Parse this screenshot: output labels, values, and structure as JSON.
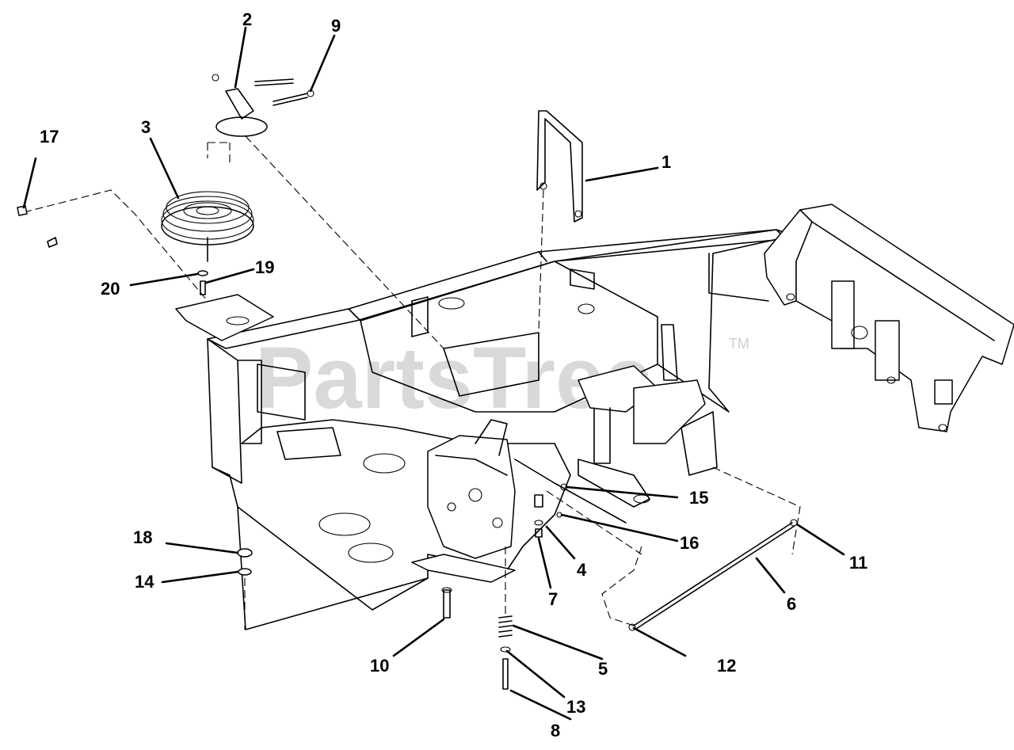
{
  "watermark": {
    "text": "PartsTree",
    "trademark": "TM"
  },
  "callouts": [
    {
      "id": "c1",
      "label": "1"
    },
    {
      "id": "c2",
      "label": "2"
    },
    {
      "id": "c3",
      "label": "3"
    },
    {
      "id": "c4",
      "label": "4"
    },
    {
      "id": "c5",
      "label": "5"
    },
    {
      "id": "c6",
      "label": "6"
    },
    {
      "id": "c7",
      "label": "7"
    },
    {
      "id": "c8",
      "label": "8"
    },
    {
      "id": "c9",
      "label": "9"
    },
    {
      "id": "c10",
      "label": "10"
    },
    {
      "id": "c11",
      "label": "11"
    },
    {
      "id": "c12",
      "label": "12"
    },
    {
      "id": "c13",
      "label": "13"
    },
    {
      "id": "c14",
      "label": "14"
    },
    {
      "id": "c15",
      "label": "15"
    },
    {
      "id": "c16",
      "label": "16"
    },
    {
      "id": "c17",
      "label": "17"
    },
    {
      "id": "c18",
      "label": "18"
    },
    {
      "id": "c19",
      "label": "19"
    },
    {
      "id": "c20",
      "label": "20"
    }
  ]
}
